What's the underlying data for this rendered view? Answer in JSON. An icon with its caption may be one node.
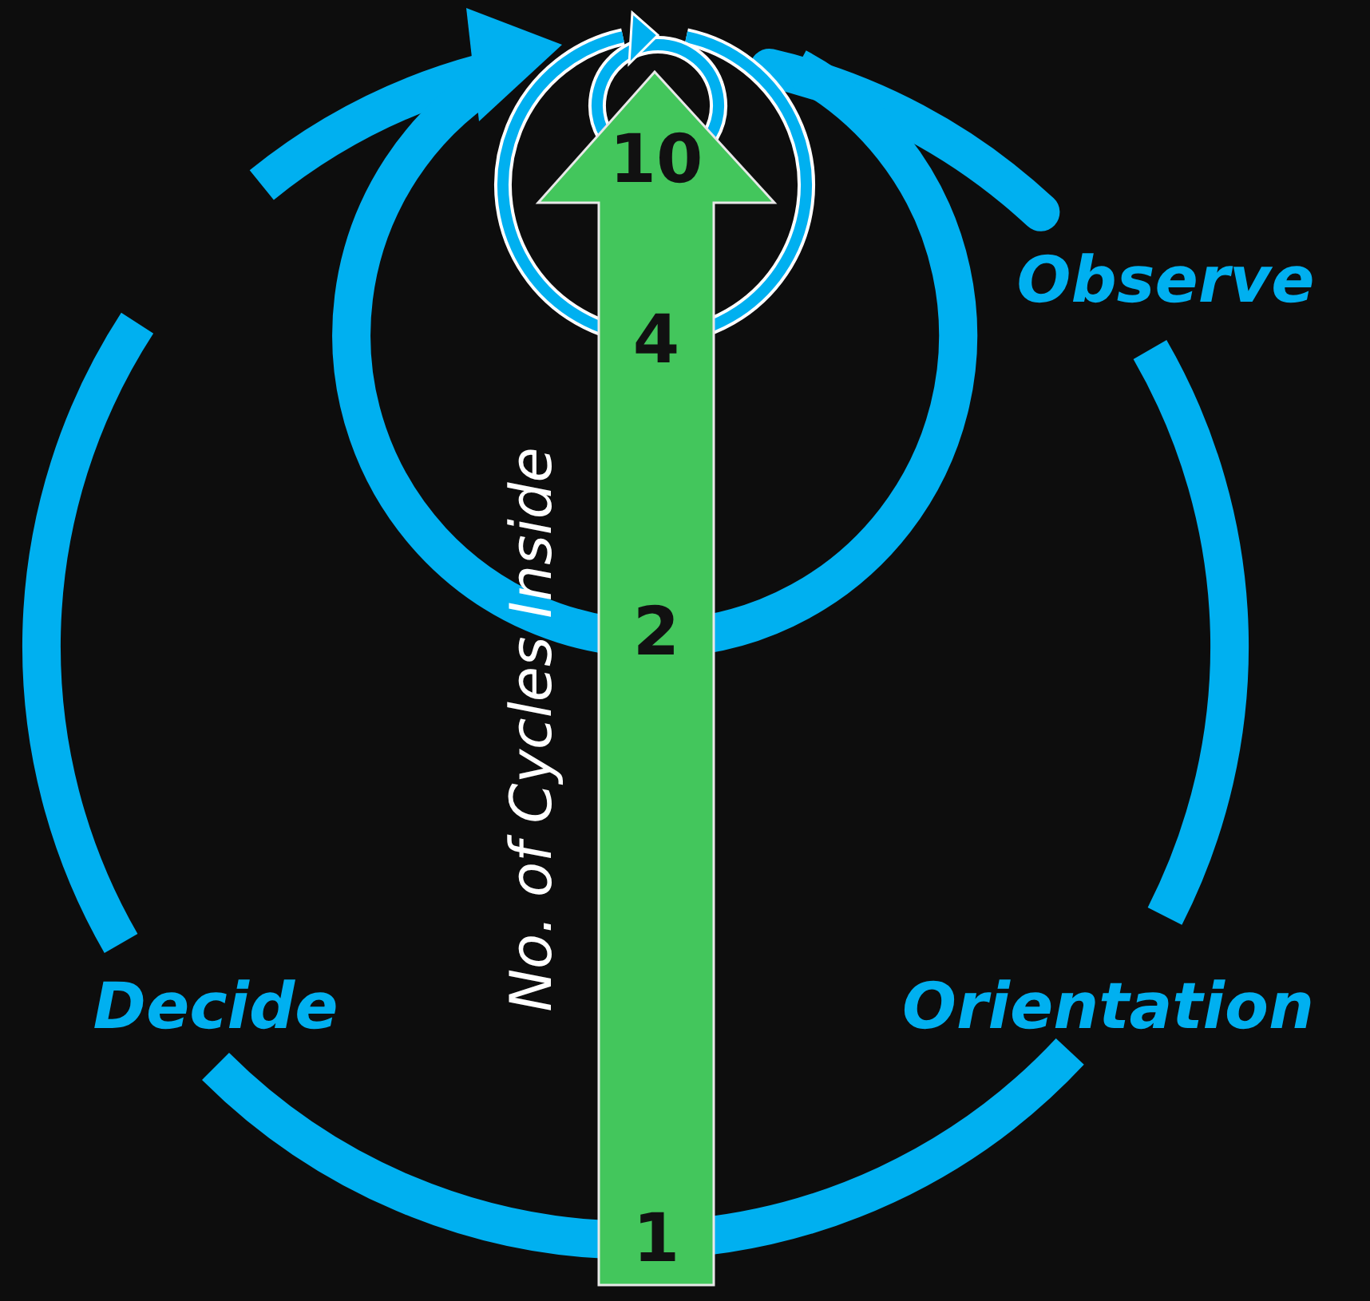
{
  "diagram": {
    "labels": [
      "Observe",
      "Orientation",
      "Decide",
      "10",
      "4",
      "2",
      "1",
      "No. of Cycles Inside"
    ]
  }
}
